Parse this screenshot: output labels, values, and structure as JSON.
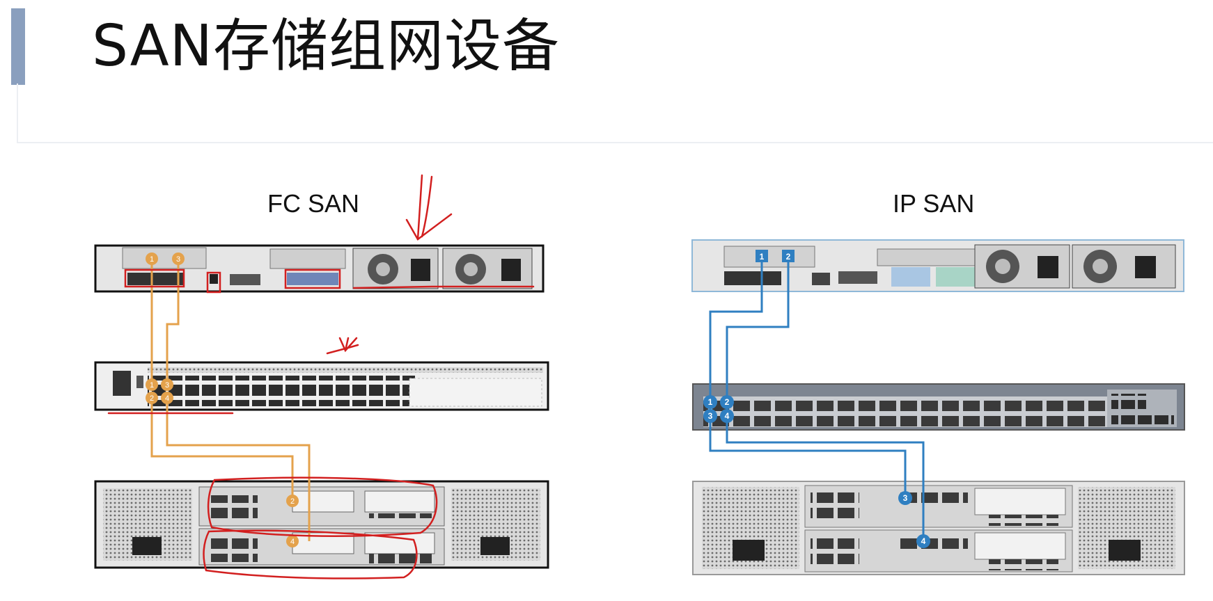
{
  "slide": {
    "title": "SAN存储组网设备"
  },
  "diagrams": [
    {
      "label": "FC SAN",
      "ports": [
        "1",
        "3",
        "1",
        "3",
        "2",
        "4",
        "2",
        "4"
      ]
    },
    {
      "label": "IP SAN",
      "ports": [
        "1",
        "2",
        "1",
        "2",
        "3",
        "4",
        "3",
        "4"
      ]
    }
  ],
  "colors": {
    "title_accent": "#8a9fbe",
    "fc_cable": "#e4a24c",
    "ip_cable": "#2f7fc1",
    "annotation": "#d21f1f",
    "device_body": "#e6e6e6",
    "device_border": "#111111"
  }
}
